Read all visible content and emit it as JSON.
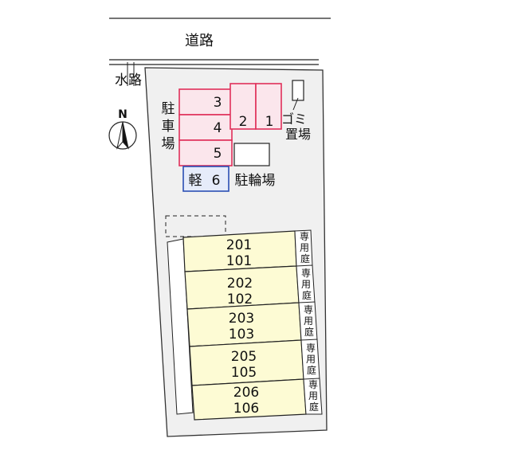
{
  "road": {
    "label": "道路"
  },
  "waterway": {
    "label": "水路"
  },
  "compass": {
    "north": "N"
  },
  "parking": {
    "label_chars": [
      "駐",
      "車",
      "場"
    ],
    "spaces": [
      "1",
      "2",
      "3",
      "4",
      "5"
    ],
    "kei_space": {
      "prefix": "軽",
      "number": "6"
    }
  },
  "garbage": {
    "label_line1": "ゴミ",
    "label_line2": "置場"
  },
  "bicycle_parking": {
    "label": "駐輪場"
  },
  "units": [
    {
      "upper": "201",
      "lower": "101"
    },
    {
      "upper": "202",
      "lower": "102"
    },
    {
      "upper": "203",
      "lower": "103"
    },
    {
      "upper": "205",
      "lower": "105"
    },
    {
      "upper": "206",
      "lower": "106"
    }
  ],
  "private_garden": {
    "chars": [
      "専",
      "用",
      "庭"
    ]
  },
  "colors": {
    "parking_stroke": "#e0305a",
    "parking_fill": "#fbe6ec",
    "kei_stroke": "#2a4fb5",
    "kei_fill": "#e6ecfa",
    "building_fill": "#fdfbd4",
    "lot_fill": "#f0f0f0"
  }
}
